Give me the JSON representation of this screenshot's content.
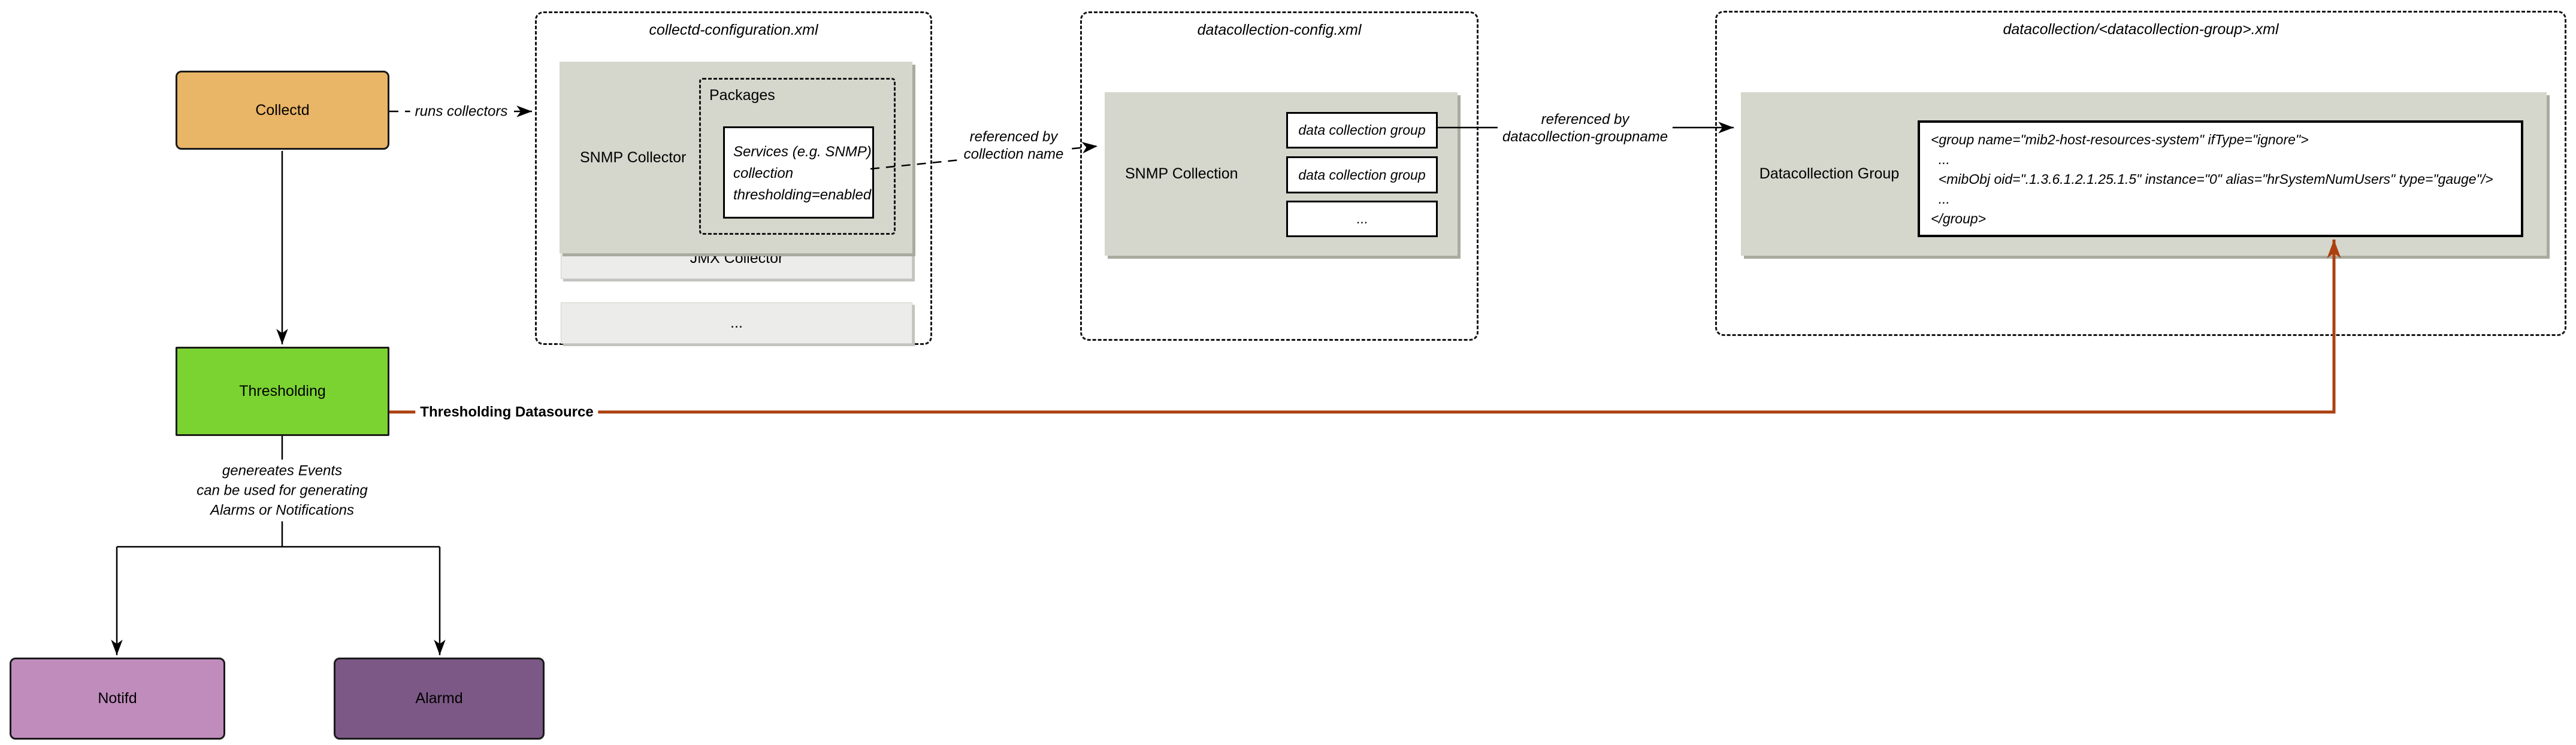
{
  "colors": {
    "collectd": "#E9B566",
    "thresholding": "#7BD331",
    "notifd": "#C08CBC",
    "alarmd": "#7B5885",
    "group_box": "#D5D7CD",
    "light_box": "#ECECEA",
    "edge": "#000000",
    "thresholding_edge": "#AC4110"
  },
  "nodes": {
    "collectd": "Collectd",
    "thresholding": "Thresholding",
    "notifd": "Notifd",
    "alarmd": "Alarmd"
  },
  "collectd_config": {
    "title": "collectd-configuration.xml",
    "snmp_collector": "SNMP Collector",
    "packages": "Packages",
    "services": [
      "Services (e.g. SNMP)",
      "collection",
      "thresholding=enabled"
    ],
    "jmx_collector": "JMX Collector",
    "ellipsis": "..."
  },
  "datacollection_config": {
    "title": "datacollection-config.xml",
    "snmp_collection": "SNMP Collection",
    "groups": [
      "data collection group",
      "data collection group",
      "..."
    ]
  },
  "datacollection_group_file": {
    "title": "datacollection/<datacollection-group>.xml",
    "label": "Datacollection Group",
    "xml": [
      "<group name=\"mib2-host-resources-system\" ifType=\"ignore\">",
      "  ...",
      "  <mibObj oid=\".1.3.6.1.2.1.25.1.5\" instance=\"0\" alias=\"hrSystemNumUsers\" type=\"gauge\"/>",
      "  ...",
      "</group>"
    ]
  },
  "edges": {
    "runs_collectors": "runs collectors",
    "referenced_by_collection": [
      "referenced by",
      "collection name"
    ],
    "referenced_by_groupname": [
      "referenced by",
      "datacollection-groupname"
    ],
    "thresholding_datasource": "Thresholding Datasource",
    "generates": [
      "genereates Events",
      "can be used for generating",
      "Alarms or Notifications"
    ]
  }
}
